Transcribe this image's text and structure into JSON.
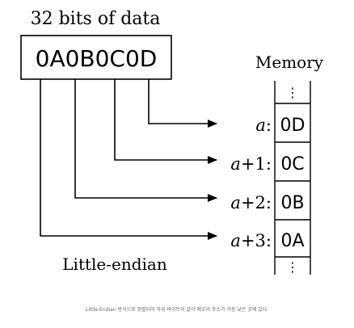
{
  "title": "32 bits of data",
  "data_word": "0A0B0C0D",
  "memory_label": "Memory",
  "ellipsis": "⋮",
  "rows": [
    {
      "addr_var": "a",
      "addr_suffix": ":",
      "byte": "0D"
    },
    {
      "addr_var": "a",
      "addr_suffix": "+1:",
      "byte": "0C"
    },
    {
      "addr_var": "a",
      "addr_suffix": "+2:",
      "byte": "0B"
    },
    {
      "addr_var": "a",
      "addr_suffix": "+3:",
      "byte": "0A"
    }
  ],
  "footer_label": "Little-endian",
  "caption": "Little-Endian 방식으로 정렬되어 하위 바이트의 값이 메모리 주소가 가장 낮은 곳에 있다."
}
